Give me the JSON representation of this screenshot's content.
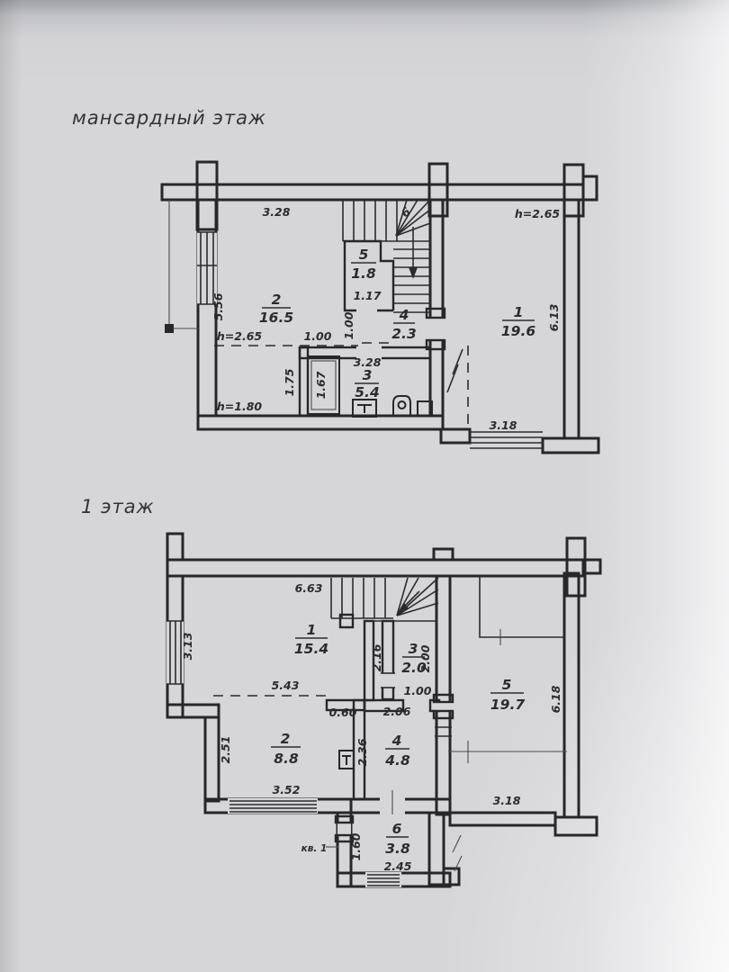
{
  "document": {
    "kind": "scanned floor plan"
  },
  "palette": {
    "ink": "#26262b",
    "paper": "#d6d6da"
  },
  "attic": {
    "title": "мансардный этаж",
    "room1": {
      "num": "1",
      "area": "19.6"
    },
    "room2": {
      "num": "2",
      "area": "16.5"
    },
    "room3": {
      "num": "3",
      "area": "5.4"
    },
    "room4": {
      "num": "4",
      "area": "2.3"
    },
    "room5": {
      "num": "5",
      "area": "1.8"
    },
    "dim_top": "3.28",
    "dim_left": "5.56",
    "dim_right": "6.13",
    "dim_bottom": "3.18",
    "h_room2": "h=2.65",
    "h_room1": "h=2.65",
    "h_low": "h=1.80",
    "door_width": "1.00",
    "dim_corridor": "1.00",
    "dim_closet": "1.17",
    "dim_bath_top": "3.28",
    "dim_tub": "1.67",
    "dim_tub_offset": "1.75",
    "stair_note": "6"
  },
  "floor1": {
    "title": "1 этаж",
    "room1": {
      "num": "1",
      "area": "15.4"
    },
    "room2": {
      "num": "2",
      "area": "8.8"
    },
    "room3": {
      "num": "3",
      "area": "2.0"
    },
    "room4": {
      "num": "4",
      "area": "4.8"
    },
    "room5": {
      "num": "5",
      "area": "19.7"
    },
    "room6": {
      "num": "6",
      "area": "3.8"
    },
    "dim_top": "6.63",
    "dim_left_window": "3.13",
    "dim_width": "5.43",
    "dim_2_16": "2.16",
    "dim_2_00": "2.00",
    "dim_door": "1.00",
    "dim_0_60": "0.60",
    "dim_2_06": "2.06",
    "dim_2_51": "2.51",
    "dim_3_52": "3.52",
    "dim_2_36": "2.36",
    "dim_right": "6.18",
    "dim_3_18": "3.18",
    "dim_1_60": "1.60",
    "dim_2_45": "2.45",
    "apt": "кв. 1"
  }
}
